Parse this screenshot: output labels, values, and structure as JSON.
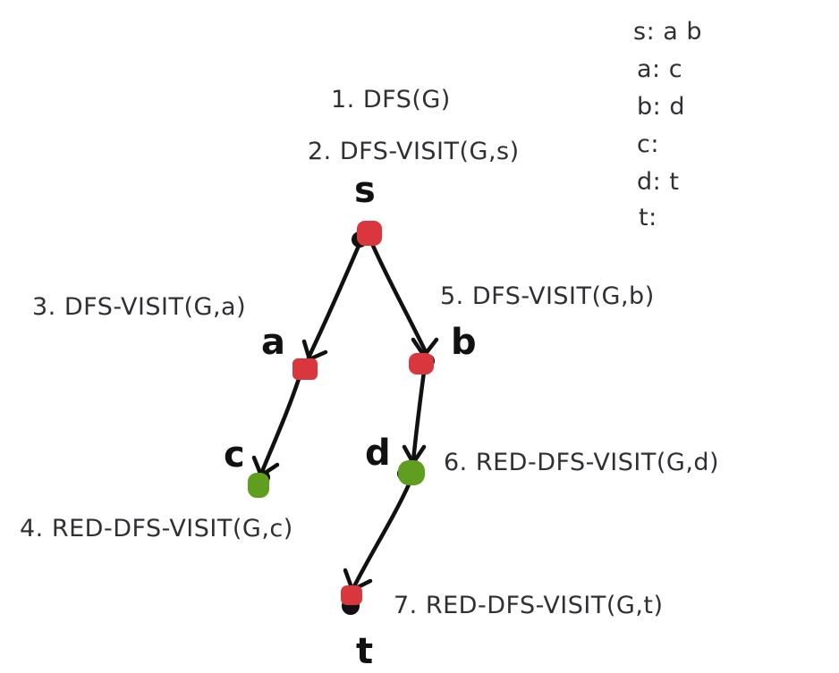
{
  "colors": {
    "red": "#d9363e",
    "green": "#5f9e1f",
    "edge": "#111111",
    "text": "#2f3033"
  },
  "adjacency": [
    {
      "text": "s: a b"
    },
    {
      "text": "a: c"
    },
    {
      "text": "b: d"
    },
    {
      "text": "c:"
    },
    {
      "text": "d: t"
    },
    {
      "text": "t:"
    }
  ],
  "steps": [
    {
      "text": "1. DFS(G)"
    },
    {
      "text": "2. DFS-VISIT(G,s)"
    },
    {
      "text": "3. DFS-VISIT(G,a)"
    },
    {
      "text": "4. RED-DFS-VISIT(G,c)"
    },
    {
      "text": "5. DFS-VISIT(G,b)"
    },
    {
      "text": "6. RED-DFS-VISIT(G,d)"
    },
    {
      "text": "7. RED-DFS-VISIT(G,t)"
    }
  ],
  "nodes": [
    {
      "id": "s",
      "label": "s",
      "color": "red"
    },
    {
      "id": "a",
      "label": "a",
      "color": "red"
    },
    {
      "id": "b",
      "label": "b",
      "color": "red"
    },
    {
      "id": "c",
      "label": "c",
      "color": "green"
    },
    {
      "id": "d",
      "label": "d",
      "color": "green"
    },
    {
      "id": "t",
      "label": "t",
      "color": "red"
    }
  ],
  "edges": [
    {
      "from": "s",
      "to": "a"
    },
    {
      "from": "s",
      "to": "b"
    },
    {
      "from": "a",
      "to": "c"
    },
    {
      "from": "b",
      "to": "d"
    },
    {
      "from": "d",
      "to": "t"
    }
  ]
}
